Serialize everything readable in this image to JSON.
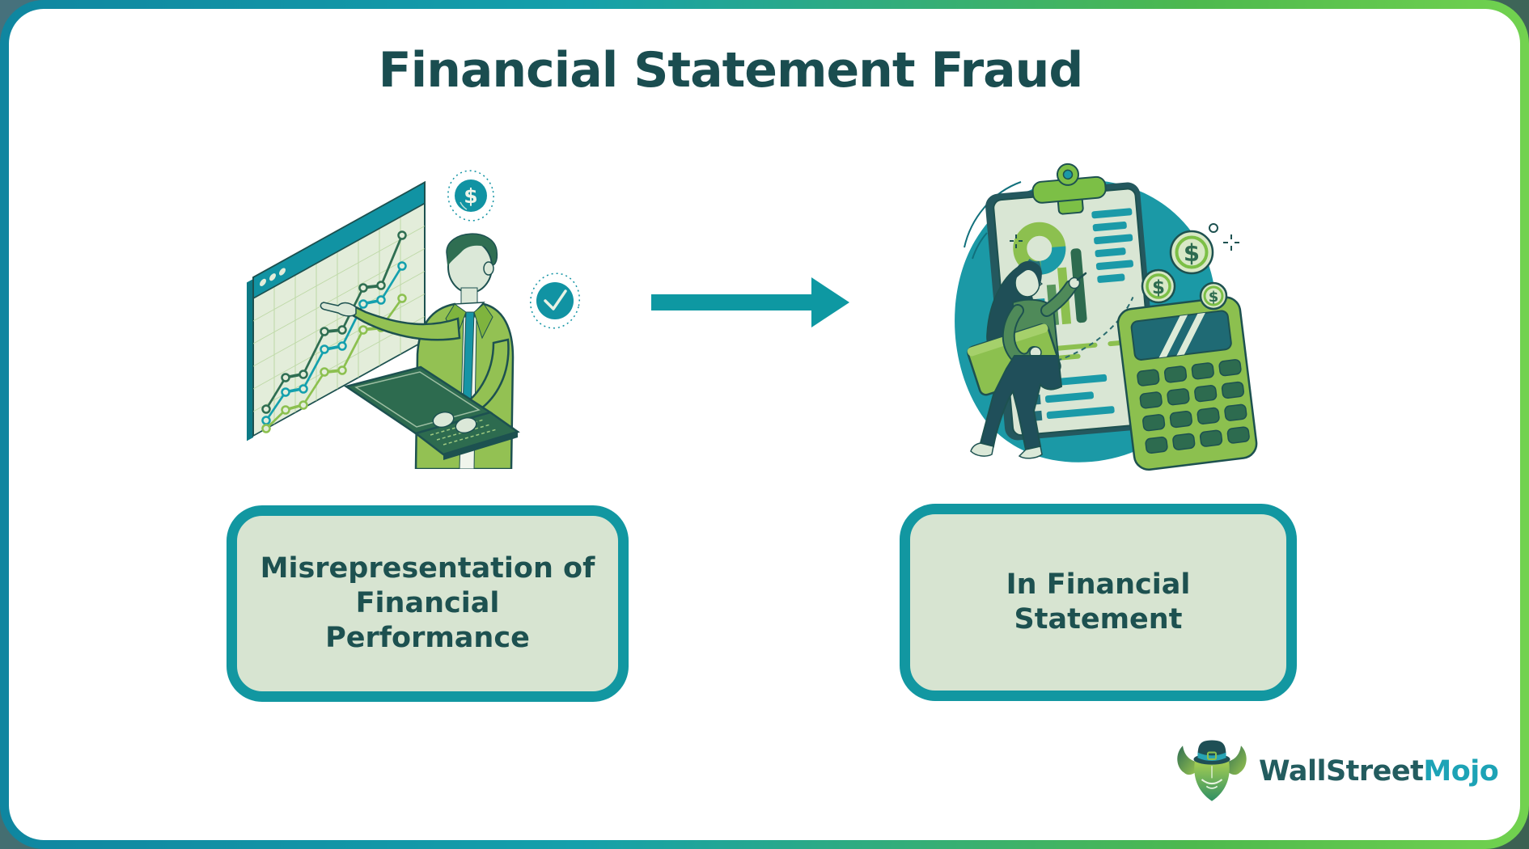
{
  "title": {
    "text": "Financial Statement Fraud",
    "color": "#1a4d50"
  },
  "diagram": {
    "left_box": {
      "label": "Misrepresentation of\nFinancial\nPerformance"
    },
    "right_box": {
      "label": "In Financial\nStatement"
    },
    "arrow": {
      "direction": "left-to-right",
      "color": "#0e98a2"
    }
  },
  "illustrations": {
    "left": {
      "name": "man-presenting-growth-chart",
      "icons": [
        "dollar-coin-icon",
        "check-coin-icon",
        "chart-window",
        "laptop"
      ]
    },
    "right": {
      "name": "woman-reviewing-financial-statement",
      "icons": [
        "clipboard",
        "donut-chart",
        "bar-chart",
        "calculator",
        "dollar-coin-icon"
      ]
    }
  },
  "glyphs": {
    "dollar": "$",
    "check": "✓"
  },
  "branding": {
    "name_primary": "WallStreet",
    "name_accent": "Mojo",
    "mascot": "bull-with-top-hat"
  },
  "palette": {
    "dark_teal_text": "#1d5150",
    "teal": "#1295a3",
    "green": "#8cc04f",
    "dark_green": "#2d6b4f",
    "sage": "#d9e6d4",
    "box_fill": "#d7e4d1",
    "box_border": "#1297a1",
    "frame_teal": "#1088a0",
    "frame_green": "#6ccb4f",
    "arrow": "#0e98a2"
  }
}
